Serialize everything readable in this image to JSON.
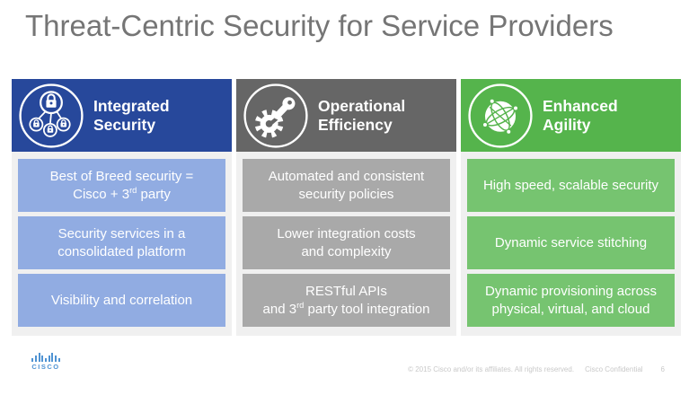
{
  "title": "Threat-Centric Security for Service Providers",
  "title_color": "#757575",
  "columns": [
    {
      "header": "Integrated\nSecurity",
      "icon": "locks-network-icon",
      "header_color": "#27489b",
      "cell_color": "#91ace2",
      "panel_color": "#f0f0f0",
      "boxes": [
        {
          "text": "Best of Breed security =\nCisco + 3",
          "sup": "rd",
          "post": " party"
        },
        {
          "text": "Security services in a\nconsolidated platform",
          "sup": "",
          "post": ""
        },
        {
          "text": "Visibility and correlation",
          "sup": "",
          "post": ""
        }
      ]
    },
    {
      "header": "Operational\nEfficiency",
      "icon": "gear-wrench-icon",
      "header_color": "#666666",
      "cell_color": "#a9a9a9",
      "panel_color": "#f0f0f0",
      "boxes": [
        {
          "text": "Automated and consistent\nsecurity policies",
          "sup": "",
          "post": ""
        },
        {
          "text": "Lower integration costs\nand complexity",
          "sup": "",
          "post": ""
        },
        {
          "text": "RESTful APIs\nand 3",
          "sup": "rd",
          "post": " party tool integration"
        }
      ]
    },
    {
      "header": "Enhanced\nAgility",
      "icon": "globe-network-icon",
      "header_color": "#55b44c",
      "cell_color": "#76c470",
      "panel_color": "#f0f0f0",
      "boxes": [
        {
          "text": "High speed, scalable security",
          "sup": "",
          "post": ""
        },
        {
          "text": "Dynamic service stitching",
          "sup": "",
          "post": ""
        },
        {
          "text": "Dynamic provisioning across\nphysical, virtual, and cloud",
          "sup": "",
          "post": ""
        }
      ]
    }
  ],
  "footer": {
    "logo_text": "CISCO",
    "logo_color": "#4f93d3",
    "copyright": "© 2015  Cisco and/or its affiliates. All rights reserved.",
    "confidential": "Cisco Confidential",
    "page_number": "6"
  }
}
